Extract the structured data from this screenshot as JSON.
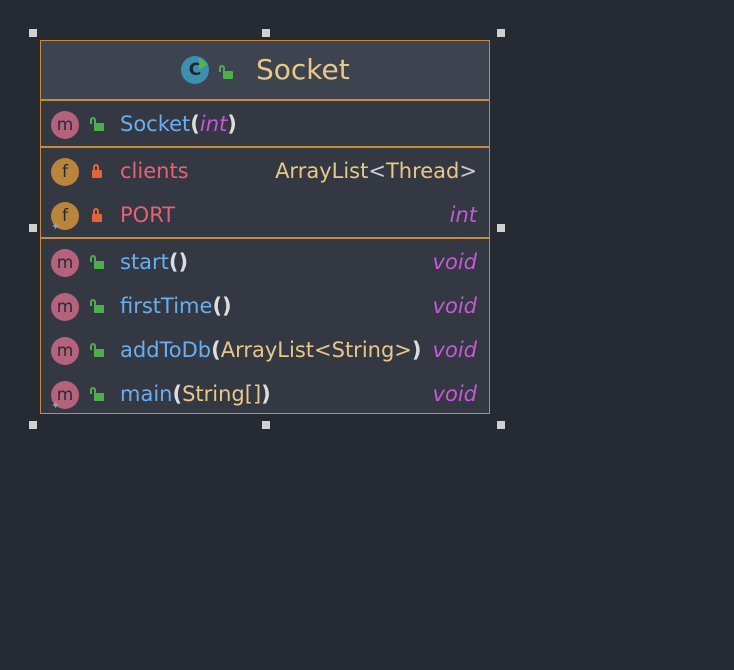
{
  "class": {
    "name": "Socket",
    "constructors": [
      {
        "kind": "m",
        "name": "Socket",
        "open": "(",
        "params": "int",
        "close": ")"
      }
    ],
    "fields": [
      {
        "kind": "f",
        "name": "clients",
        "type_base": "ArrayList",
        "type_lt": "<",
        "type_arg": "Thread",
        "type_gt": ">"
      },
      {
        "kind": "f",
        "name": "PORT",
        "type": "int"
      }
    ],
    "methods": [
      {
        "kind": "m",
        "name": "start",
        "open": "(",
        "params": "",
        "close": ")",
        "return": "void"
      },
      {
        "kind": "m",
        "name": "firstTime",
        "open": "(",
        "params": "",
        "close": ")",
        "return": "void"
      },
      {
        "kind": "m",
        "name": "addToDb",
        "open": "(",
        "params": "ArrayList<String>",
        "close": ")",
        "return": "void"
      },
      {
        "kind": "m",
        "name": "main",
        "open": "(",
        "params": "String[]",
        "close": ")",
        "return": "void"
      }
    ]
  },
  "icons": {
    "class_letter": "C",
    "method_letter": "m",
    "field_letter": "f"
  },
  "colors": {
    "border": "#c98a3c",
    "method_name": "#6aaef0",
    "field_name": "#e86179",
    "type": "#e9c886",
    "keyword": "#c45ad6"
  }
}
